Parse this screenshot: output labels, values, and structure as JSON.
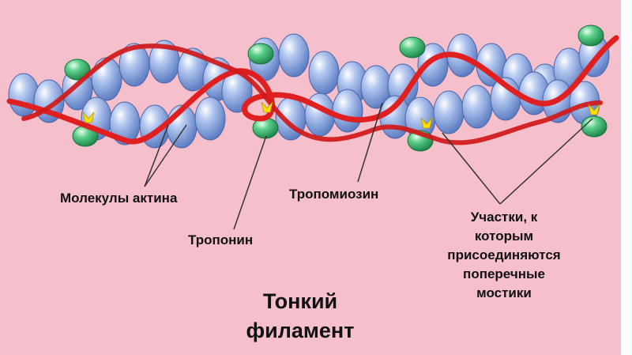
{
  "labels": {
    "actin": "Молекулы актина",
    "tropomyosin": "Тропомиозин",
    "troponin": "Тропонин",
    "sites": [
      "Участки, к",
      "которым",
      "присоединяются",
      "поперечные",
      "мостики"
    ],
    "title": [
      "Тонкий",
      "филамент"
    ]
  },
  "colors": {
    "background": "#f5c0cc",
    "actin": "#8aa8e0",
    "tropomyosin": "#e02020",
    "troponin": "#2faa60",
    "binding_site": "#ffe000"
  }
}
